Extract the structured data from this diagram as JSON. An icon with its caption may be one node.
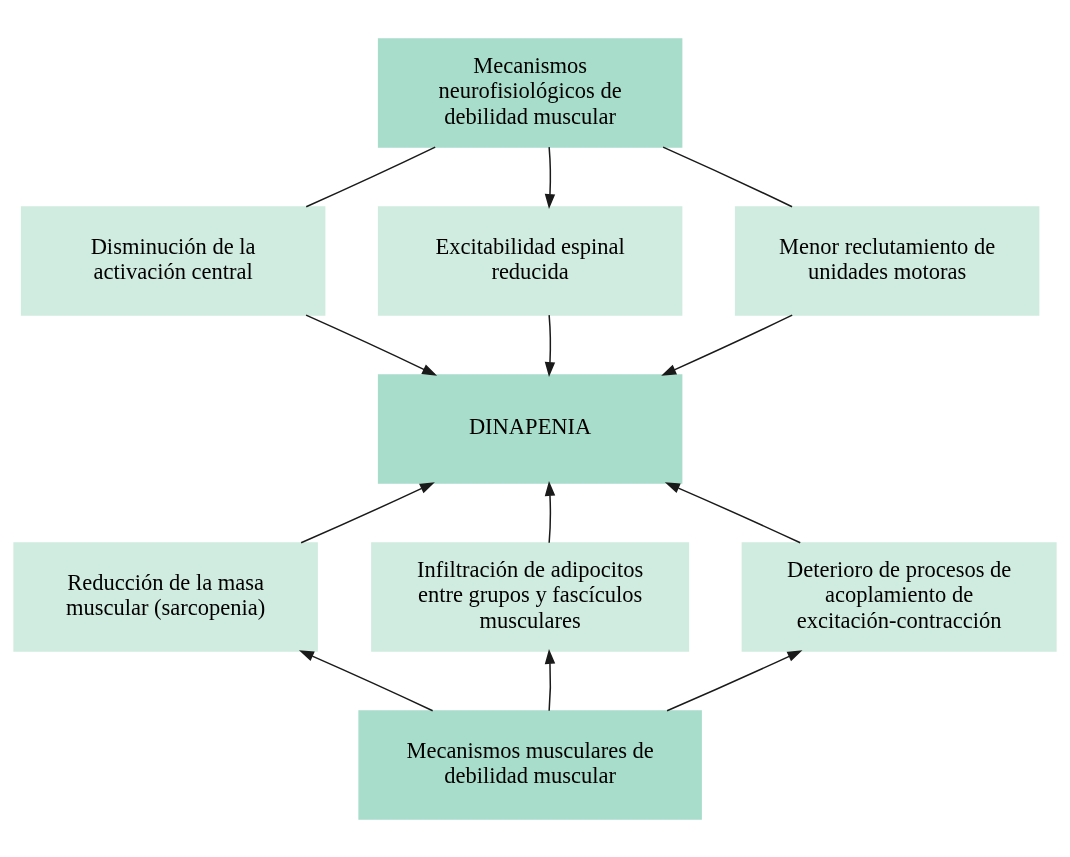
{
  "diagram": {
    "nodes": [
      {
        "text": [
          "Mecanismos neurofisiológicos de debilidad muscular"
        ]
      },
      {
        "text": [
          "Disminución de la activación central"
        ]
      },
      {
        "text": [
          "Excitabilidad espinal reducida"
        ]
      },
      {
        "text": [
          "Menor reclutamiento de unidades motoras"
        ]
      },
      {
        "text": [
          "DINAPENIA"
        ]
      },
      {
        "text": [
          "Reducción de la masa muscular (sarcopenia)"
        ]
      },
      {
        "text": [
          "Infiltración de adipocitos entre grupos y fascículos musculares"
        ]
      },
      {
        "text": [
          "Deterioro de procesos de acoplamiento de excitación-contracción"
        ]
      },
      {
        "text": [
          "Mecanismos musculares de debilidad muscular"
        ]
      }
    ],
    "edges": [
      {
        "from": 0,
        "to": 1,
        "arrow": "none"
      },
      {
        "from": 0,
        "to": 2,
        "arrow": "to"
      },
      {
        "from": 0,
        "to": 3,
        "arrow": "none"
      },
      {
        "from": 1,
        "to": 4,
        "arrow": "to"
      },
      {
        "from": 2,
        "to": 4,
        "arrow": "to"
      },
      {
        "from": 3,
        "to": 4,
        "arrow": "to"
      },
      {
        "from": 5,
        "to": 4,
        "arrow": "to"
      },
      {
        "from": 6,
        "to": 4,
        "arrow": "to"
      },
      {
        "from": 7,
        "to": 4,
        "arrow": "to"
      },
      {
        "from": 8,
        "to": 5,
        "arrow": "to"
      },
      {
        "from": 8,
        "to": 6,
        "arrow": "to"
      },
      {
        "from": 8,
        "to": 7,
        "arrow": "to"
      }
    ]
  }
}
